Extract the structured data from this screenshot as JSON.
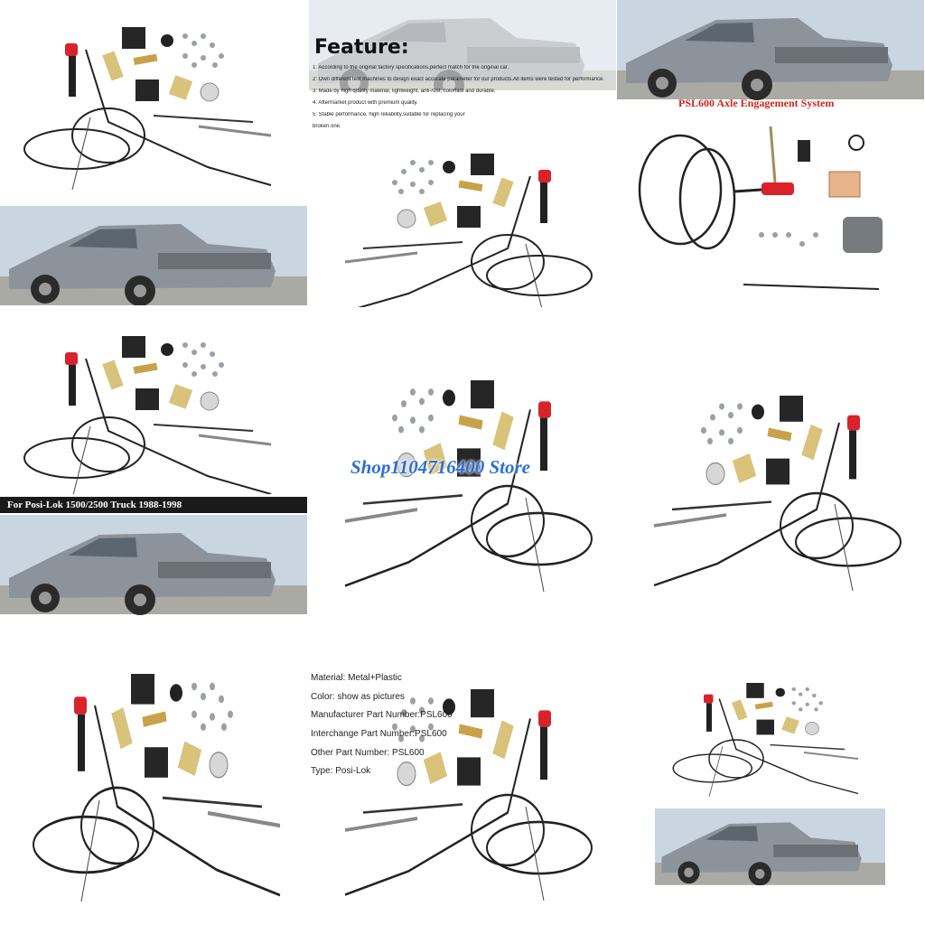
{
  "feature": {
    "title": "Feature:",
    "items": [
      "1: According to the original factory specifications,perfect match for the original car.",
      "2: Own different test machines to design exact accurate parameter for our products.All items were tested for performance.",
      "3: Made by high quality material, lightweight, anti-rust, colorfast and durable.",
      "4: Aftermarket product with premium quality.",
      "5: Stable performance, high reliability,suitable for replacing your",
      "broken one."
    ]
  },
  "axle_caption": "PSL600 Axle Engagement System",
  "fitment_band": "For Posi-Lok  1500/2500 Truck 1988-1998",
  "watermark": "Shop1104716400 Store",
  "specs": [
    "Material: Metal+Plastic",
    "Color: show as pictures",
    "Manufacturer Part Number:PSL600",
    "Interchange Part Number:PSL600",
    "Other Part Number: PSL600",
    "Type: Posi-Lok"
  ],
  "colors": {
    "cable": "#222222",
    "knob": "#d8232a",
    "bracket_gold": "#c8a24a",
    "bracket_black": "#262626",
    "truck_sky": "#c9d6e2",
    "truck_body": "#8d939a"
  },
  "icons": [
    "truck-photo",
    "cable-kit",
    "push-pull-knob",
    "mounting-bracket",
    "hardware-set"
  ]
}
